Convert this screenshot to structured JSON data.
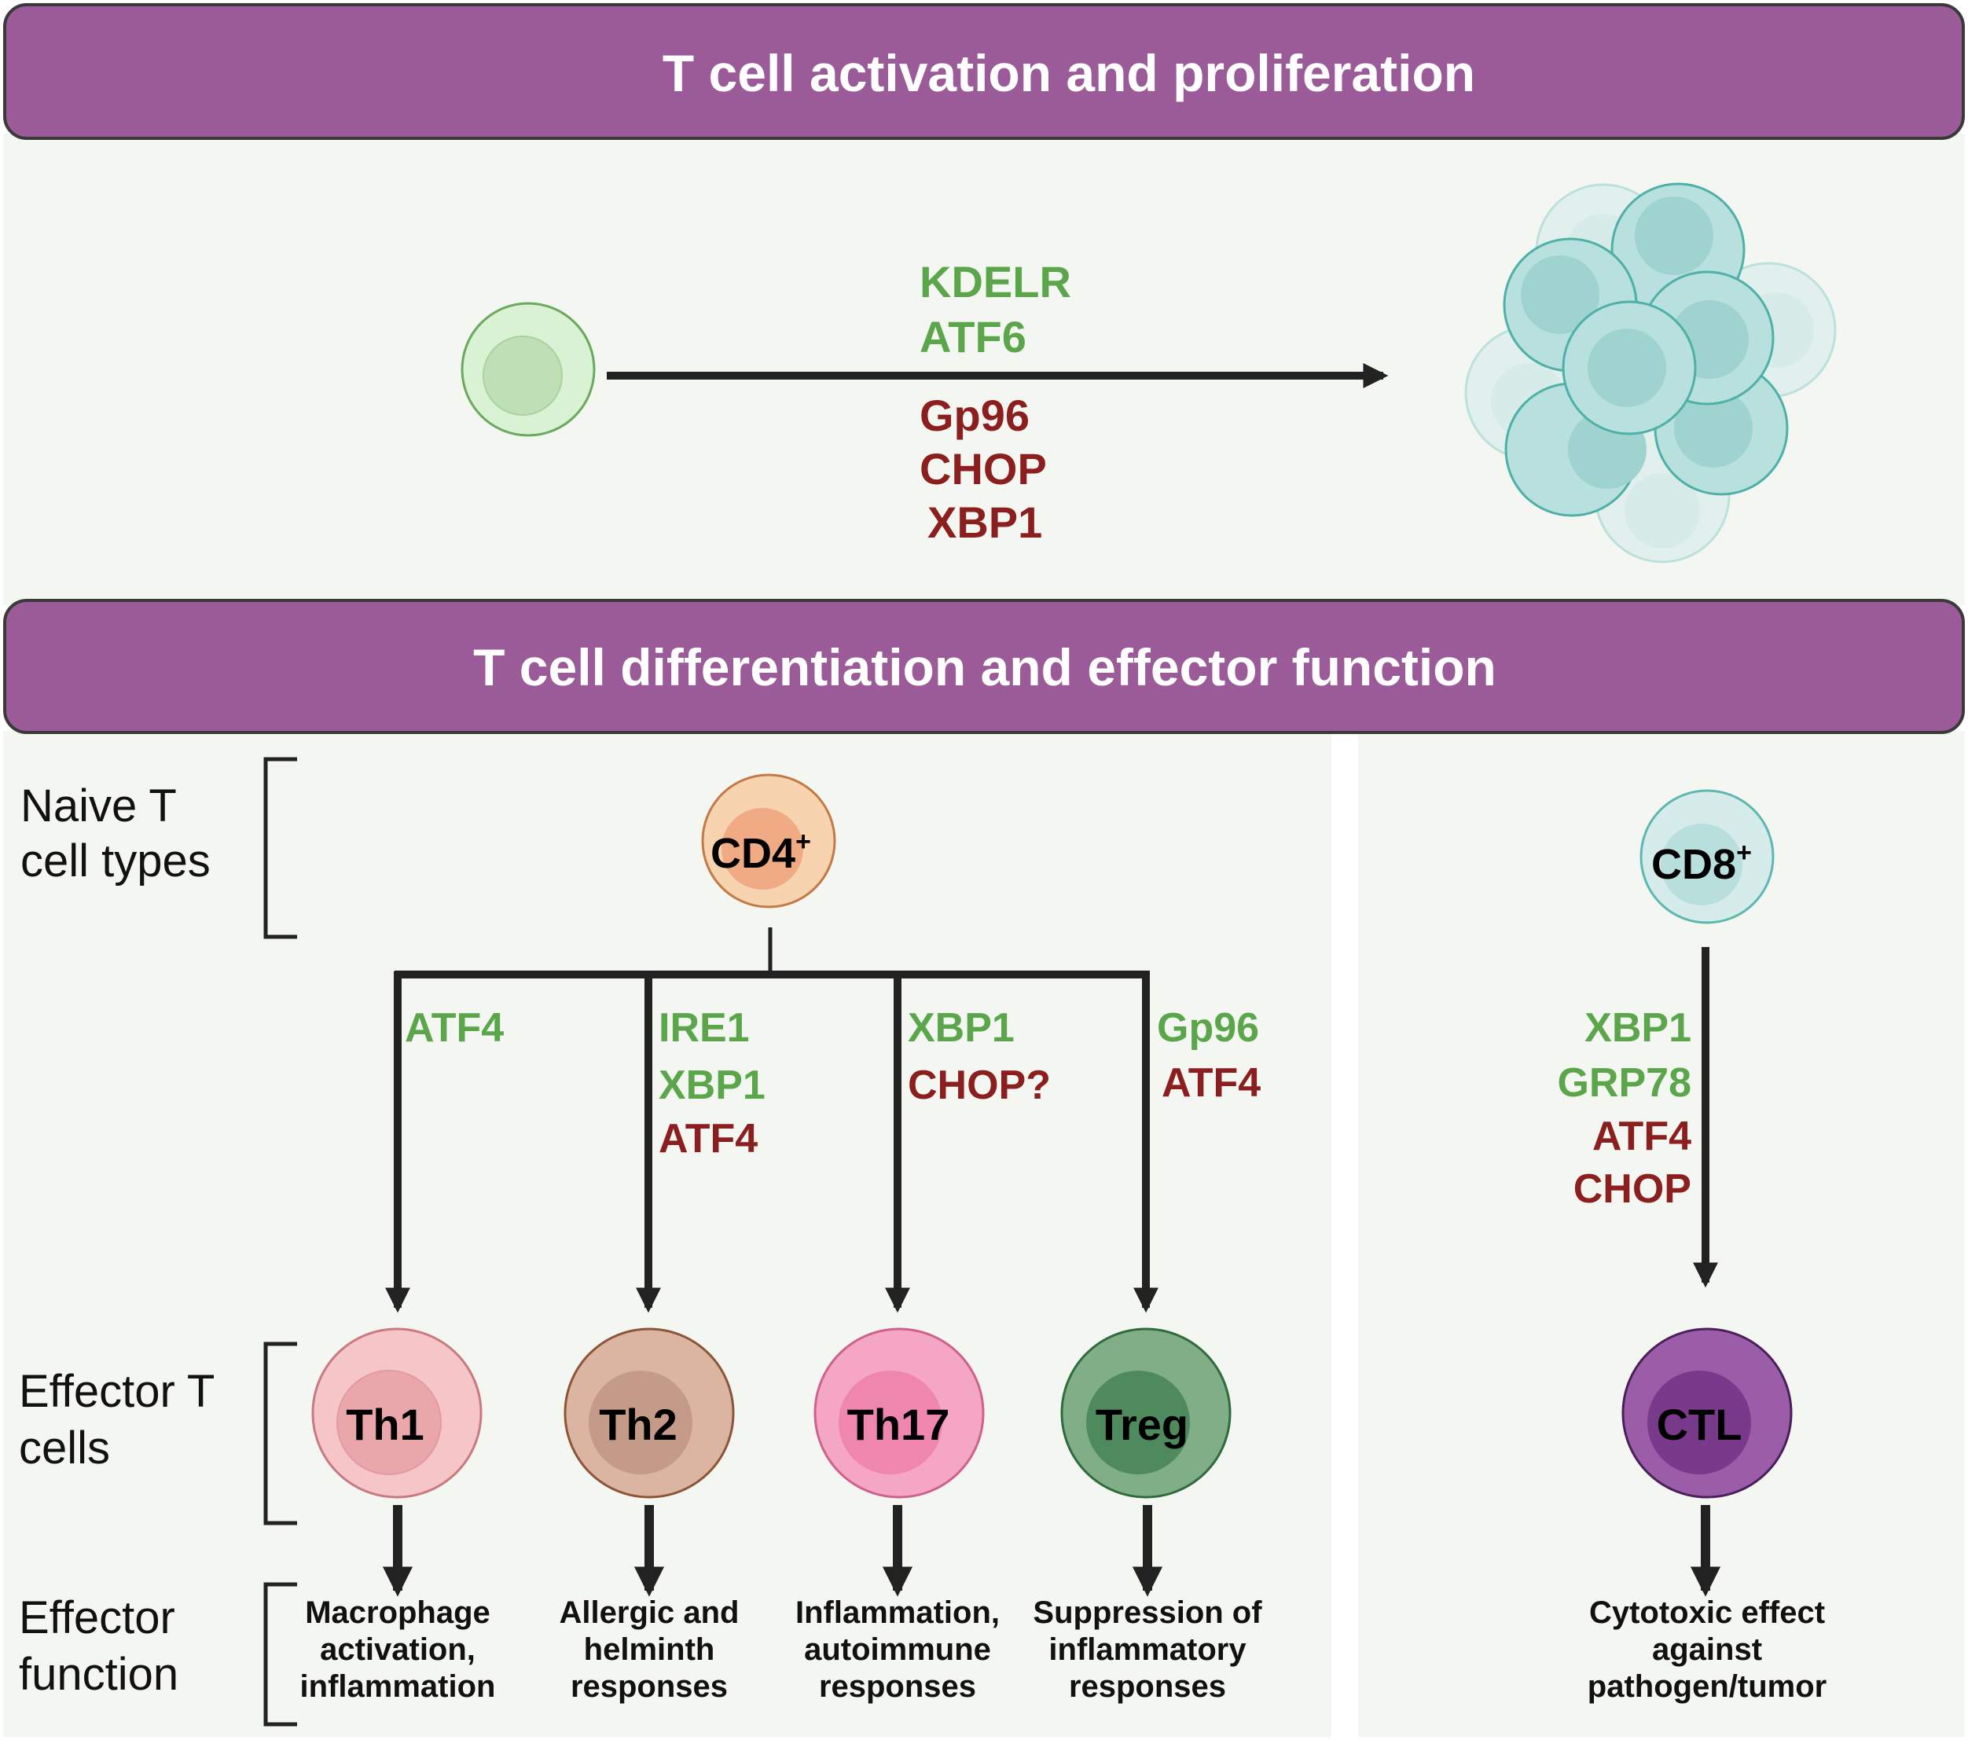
{
  "headers": {
    "activation": "T cell activation and proliferation",
    "differentiation": "T cell differentiation and effector function"
  },
  "activation": {
    "positive": [
      "KDELR",
      "ATF6"
    ],
    "negative": [
      "Gp96",
      "CHOP",
      "XBP1"
    ]
  },
  "row_labels": {
    "naive": [
      "Naive T",
      "cell types"
    ],
    "effector_cells": [
      "Effector T",
      "cells"
    ],
    "effector_function": [
      "Effector",
      "function"
    ]
  },
  "naive_cells": {
    "cd4": {
      "label": "CD4",
      "sup": "+"
    },
    "cd8": {
      "label": "CD8",
      "sup": "+"
    }
  },
  "branches": [
    {
      "positive": [
        "ATF4"
      ],
      "negative": [],
      "cell": "Th1",
      "function": [
        "Macrophage",
        "activation,",
        "inflammation"
      ]
    },
    {
      "positive": [
        "IRE1",
        "XBP1"
      ],
      "negative": [
        "ATF4"
      ],
      "cell": "Th2",
      "function": [
        "Allergic and",
        "helminth",
        "responses"
      ]
    },
    {
      "positive": [
        "XBP1"
      ],
      "negative": [
        "CHOP?"
      ],
      "cell": "Th17",
      "function": [
        "Inflammation,",
        "autoimmune",
        "responses"
      ]
    },
    {
      "positive": [
        "Gp96"
      ],
      "negative": [
        "ATF4"
      ],
      "cell": "Treg",
      "function": [
        "Suppression of",
        "inflammatory",
        "responses"
      ]
    }
  ],
  "cd8_branch": {
    "positive": [
      "XBP1",
      "GRP78"
    ],
    "negative": [
      "ATF4",
      "CHOP"
    ],
    "cell": "CTL",
    "function": [
      "Cytotoxic effect",
      "against",
      "pathogen/tumor"
    ]
  },
  "colors": {
    "header_fill": "#9b5b98",
    "panel_bg": "#f4f7f1",
    "positive": "#5ba54b",
    "negative": "#8b1f1f",
    "arrow": "#222222",
    "th1": "#f6c5c7",
    "th2": "#dcb5a2",
    "th17": "#f4a6c4",
    "treg": "#7fae87",
    "ctl": "#9b5ca8",
    "cd4": "#f8d3b0",
    "cd8": "#d5eceb",
    "naive_green": "#d9f2d4",
    "cluster_teal": "#b8e0de"
  }
}
